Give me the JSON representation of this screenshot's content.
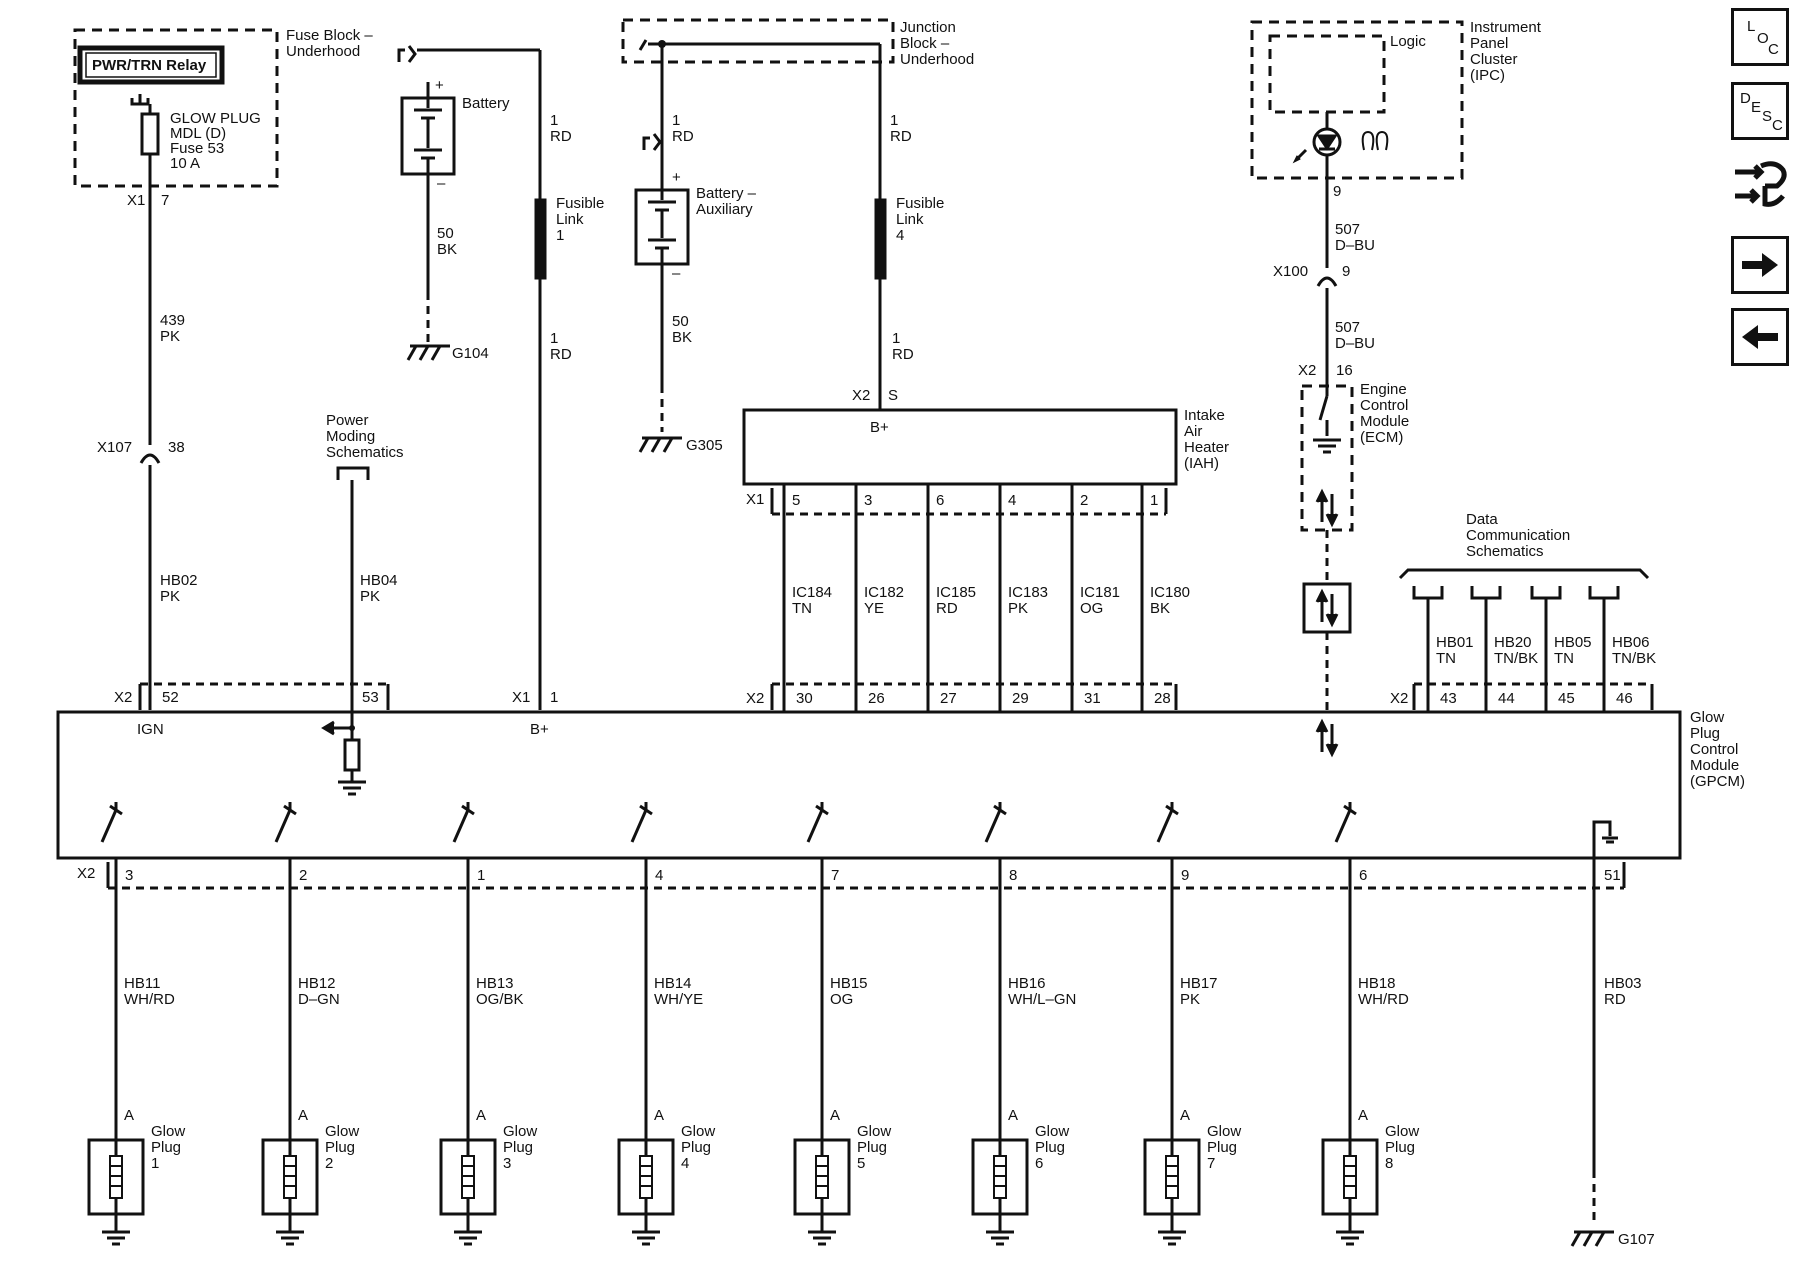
{
  "nav": {
    "loc": [
      "L",
      "O",
      "C"
    ],
    "desc": [
      "D",
      "E",
      "S",
      "C"
    ]
  },
  "fuse_block": {
    "title": [
      "Fuse Block –",
      "Underhood"
    ],
    "relay": "PWR/TRN Relay",
    "fuse_text": [
      "GLOW PLUG",
      "MDL (D)",
      "Fuse 53",
      "10 A"
    ],
    "connector": "X1",
    "pin": "7"
  },
  "battery": {
    "label": "Battery",
    "plus": "+",
    "minus": "–",
    "wire": [
      "50",
      "BK"
    ],
    "ground": "G104"
  },
  "fusible_link_1": {
    "wire_top": [
      "1",
      "RD"
    ],
    "label": [
      "Fusible",
      "Link",
      "1"
    ],
    "wire_bottom": [
      "1",
      "RD"
    ],
    "connector": "X1",
    "pin": "1",
    "pin_label": "B+"
  },
  "junction_block": {
    "title": [
      "Junction",
      "Block –",
      "Underhood"
    ]
  },
  "battery_aux": {
    "wire_top": [
      "1",
      "RD"
    ],
    "label": [
      "Battery –",
      "Auxiliary"
    ],
    "plus": "+",
    "minus": "–",
    "wire": [
      "50",
      "BK"
    ],
    "ground": "G305"
  },
  "fusible_link_4": {
    "wire_top": [
      "1",
      "RD"
    ],
    "label": [
      "Fusible",
      "Link",
      "4"
    ],
    "wire_bottom": [
      "1",
      "RD"
    ]
  },
  "iah": {
    "title": [
      "Intake",
      "Air",
      "Heater",
      "(IAH)"
    ],
    "top_connector": "X2",
    "top_pin": "S",
    "b_plus": "B+",
    "connector_x1": "X1",
    "pins": [
      "5",
      "3",
      "6",
      "4",
      "2",
      "1"
    ],
    "wires": [
      [
        "IC184",
        "TN"
      ],
      [
        "IC182",
        "YE"
      ],
      [
        "IC185",
        "RD"
      ],
      [
        "IC183",
        "PK"
      ],
      [
        "IC181",
        "OG"
      ],
      [
        "IC180",
        "BK"
      ]
    ],
    "gpcm_pins": [
      "30",
      "26",
      "27",
      "29",
      "31",
      "28"
    ]
  },
  "ipc": {
    "title": [
      "Instrument",
      "Panel",
      "Cluster",
      "(IPC)"
    ],
    "logic": "Logic",
    "pin": "9",
    "wire_top": [
      "507",
      "D–BU"
    ],
    "inline_connector": "X100",
    "inline_pin": "9",
    "wire_bottom": [
      "507",
      "D–BU"
    ]
  },
  "ecm": {
    "title": [
      "Engine",
      "Control",
      "Module",
      "(ECM)"
    ],
    "connector": "X2",
    "pin": "16"
  },
  "data_comm": {
    "title": [
      "Data",
      "Communication",
      "Schematics"
    ],
    "wires": [
      [
        "HB01",
        "TN"
      ],
      [
        "HB20",
        "TN/BK"
      ],
      [
        "HB05",
        "TN"
      ],
      [
        "HB06",
        "TN/BK"
      ]
    ],
    "connector": "X2",
    "pins": [
      "43",
      "44",
      "45",
      "46"
    ]
  },
  "ignition": {
    "inline_connector": "X107",
    "inline_pin": "38",
    "wire_top": [
      "439",
      "PK"
    ],
    "wire_bottom": [
      "HB02",
      "PK"
    ],
    "connector": "X2",
    "pin": "52",
    "pin_label": "IGN"
  },
  "power_moding": {
    "title": [
      "Power",
      "Moding",
      "Schematics"
    ],
    "wire": [
      "HB04",
      "PK"
    ],
    "pin": "53"
  },
  "gpcm": {
    "title": [
      "Glow",
      "Plug",
      "Control",
      "Module",
      "(GPCM)"
    ],
    "connector_x2_left": "X2",
    "connector_x2_bottom": "X2"
  },
  "glow_plugs": [
    {
      "pin": "3",
      "wire": [
        "HB11",
        "WH/RD"
      ],
      "terminal": "A",
      "label": [
        "Glow",
        "Plug",
        "1"
      ]
    },
    {
      "pin": "2",
      "wire": [
        "HB12",
        "D–GN"
      ],
      "terminal": "A",
      "label": [
        "Glow",
        "Plug",
        "2"
      ]
    },
    {
      "pin": "1",
      "wire": [
        "HB13",
        "OG/BK"
      ],
      "terminal": "A",
      "label": [
        "Glow",
        "Plug",
        "3"
      ]
    },
    {
      "pin": "4",
      "wire": [
        "HB14",
        "WH/YE"
      ],
      "terminal": "A",
      "label": [
        "Glow",
        "Plug",
        "4"
      ]
    },
    {
      "pin": "7",
      "wire": [
        "HB15",
        "OG"
      ],
      "terminal": "A",
      "label": [
        "Glow",
        "Plug",
        "5"
      ]
    },
    {
      "pin": "8",
      "wire": [
        "HB16",
        "WH/L–GN"
      ],
      "terminal": "A",
      "label": [
        "Glow",
        "Plug",
        "6"
      ]
    },
    {
      "pin": "9",
      "wire": [
        "HB17",
        "PK"
      ],
      "terminal": "A",
      "label": [
        "Glow",
        "Plug",
        "7"
      ]
    },
    {
      "pin": "6",
      "wire": [
        "HB18",
        "WH/RD"
      ],
      "terminal": "A",
      "label": [
        "Glow",
        "Plug",
        "8"
      ]
    }
  ],
  "ground_g107": {
    "pin": "51",
    "wire": [
      "HB03",
      "RD"
    ],
    "ground": "G107"
  }
}
